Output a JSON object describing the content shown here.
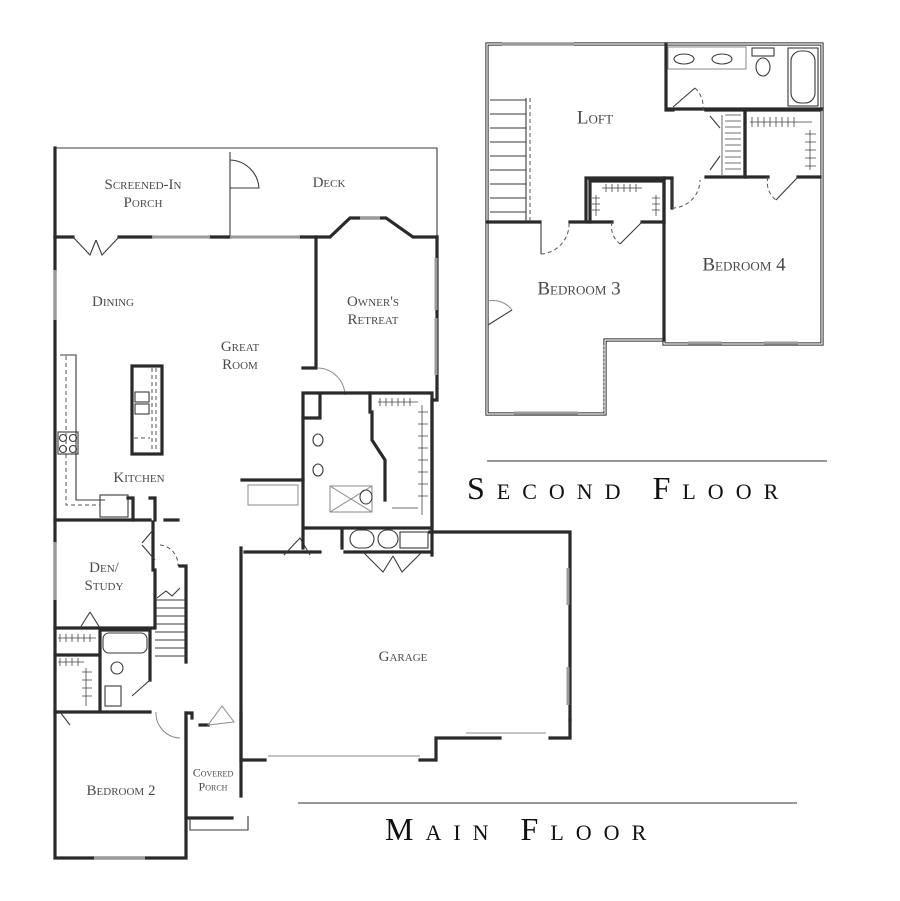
{
  "floors": {
    "second": {
      "title": "Second Floor",
      "rooms": {
        "loft": "Loft",
        "bedroom3": "Bedroom 3",
        "bedroom4": "Bedroom 4"
      }
    },
    "main": {
      "title": "Main Floor",
      "rooms": {
        "screened_porch_1": "Screened-In",
        "screened_porch_2": "Porch",
        "deck": "Deck",
        "dining": "Dining",
        "great_room_1": "Great",
        "great_room_2": "Room",
        "owners_retreat_1": "Owner's",
        "owners_retreat_2": "Retreat",
        "kitchen": "Kitchen",
        "den_1": "Den/",
        "den_2": "Study",
        "garage": "Garage",
        "bedroom2": "Bedroom 2",
        "covered_porch_1": "Covered",
        "covered_porch_2": "Porch"
      }
    }
  },
  "colors": {
    "wall": "#2a2a2a",
    "label": "#4a4a4a",
    "title": "#111111",
    "background": "#ffffff"
  }
}
